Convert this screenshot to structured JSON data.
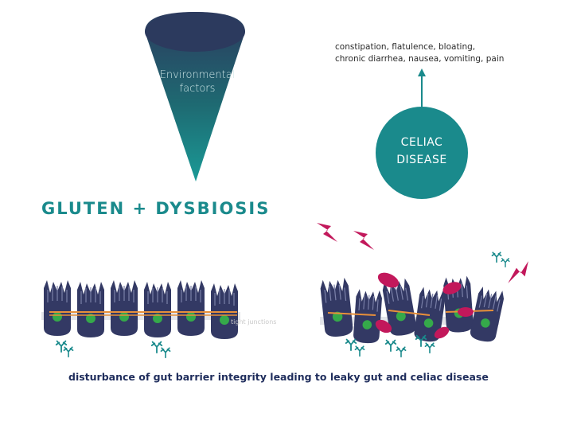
{
  "cone": {
    "line1": "Environmental",
    "line2": "factors"
  },
  "symptoms": {
    "line1": "constipation, flatulence, bloating,",
    "line2": "chronic diarrhea, nausea, vomiting, pain"
  },
  "celiac": {
    "line1": "CELIAC",
    "line2": "DISEASE"
  },
  "headline": "GLUTEN  +  DYSBIOSIS",
  "tight_junctions_label": "tight junctions",
  "caption": "disturbance of gut barrier integrity leading to leaky gut and celiac disease",
  "colors": {
    "teal": "#1a8a8c",
    "navy": "#333964",
    "nucleus_green": "#35a94a",
    "junction_orange": "#e8903a",
    "magenta": "#c2185b",
    "text_dark": "#1f2d5c"
  },
  "icons": [
    "cone-shape",
    "arrow-up-icon",
    "lightning-bolt-icon",
    "antibody-icon",
    "bacteria-icon"
  ]
}
